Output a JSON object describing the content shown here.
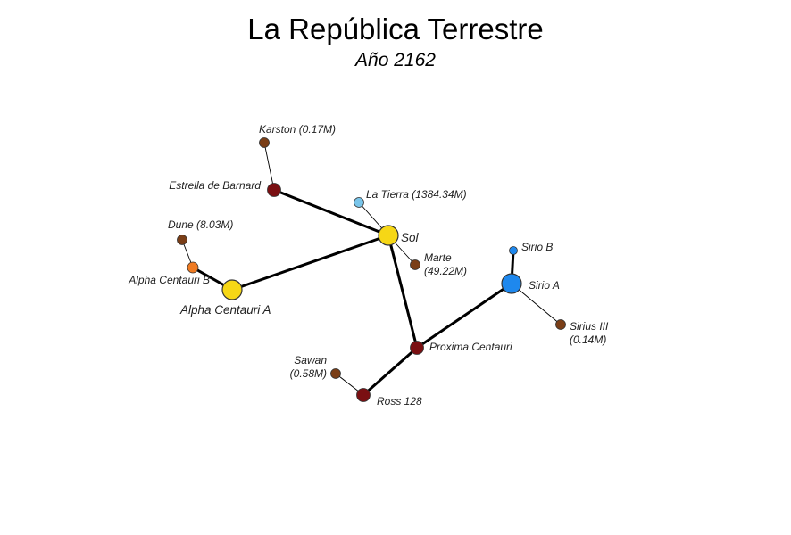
{
  "title": "La República Terrestre",
  "subtitle": "Año 2162",
  "colors": {
    "star_yellow": "#f6d716",
    "star_red_dwarf": "#7a0f12",
    "star_orange": "#f07b22",
    "star_blue": "#1e88ee",
    "planet_brown": "#7a3e17",
    "planet_light_blue": "#79c5ea",
    "edge": "#000000"
  },
  "nodes": [
    {
      "id": "sol",
      "label": "Sol",
      "kind": "star",
      "color": "#f6d716"
    },
    {
      "id": "tierra",
      "label": "La Tierra (1384.34M)",
      "kind": "planet",
      "color": "#79c5ea"
    },
    {
      "id": "marte",
      "label": "Marte|(49.22M)",
      "kind": "planet",
      "color": "#7a3e17"
    },
    {
      "id": "barnard",
      "label": "Estrella de Barnard",
      "kind": "star",
      "color": "#7a0f12"
    },
    {
      "id": "karston",
      "label": "Karston (0.17M)",
      "kind": "planet",
      "color": "#7a3e17"
    },
    {
      "id": "alphaA",
      "label": "Alpha Centauri A",
      "kind": "star",
      "color": "#f6d716"
    },
    {
      "id": "alphaB",
      "label": "Alpha Centauri B",
      "kind": "star",
      "color": "#f07b22"
    },
    {
      "id": "dune",
      "label": "Dune (8.03M)",
      "kind": "planet",
      "color": "#7a3e17"
    },
    {
      "id": "proxima",
      "label": "Proxima Centauri",
      "kind": "star",
      "color": "#7a0f12"
    },
    {
      "id": "ross",
      "label": "Ross 128",
      "kind": "star",
      "color": "#7a0f12"
    },
    {
      "id": "sawan",
      "label": "Sawan|(0.58M)",
      "kind": "planet",
      "color": "#7a3e17"
    },
    {
      "id": "sirioA",
      "label": "Sirio A",
      "kind": "star",
      "color": "#1e88ee"
    },
    {
      "id": "sirioB",
      "label": "Sirio B",
      "kind": "star",
      "color": "#1e88ee"
    },
    {
      "id": "sirius3",
      "label": "Sirius III|(0.14M)",
      "kind": "planet",
      "color": "#7a3e17"
    }
  ],
  "edges": [
    {
      "from": "sol",
      "to": "barnard",
      "type": "route"
    },
    {
      "from": "sol",
      "to": "alphaA",
      "type": "route"
    },
    {
      "from": "sol",
      "to": "proxima",
      "type": "route"
    },
    {
      "from": "proxima",
      "to": "ross",
      "type": "route"
    },
    {
      "from": "proxima",
      "to": "sirioA",
      "type": "route"
    },
    {
      "from": "alphaA",
      "to": "alphaB",
      "type": "route"
    },
    {
      "from": "sirioA",
      "to": "sirioB",
      "type": "route"
    },
    {
      "from": "sol",
      "to": "tierra",
      "type": "orbit"
    },
    {
      "from": "sol",
      "to": "marte",
      "type": "orbit"
    },
    {
      "from": "barnard",
      "to": "karston",
      "type": "orbit"
    },
    {
      "from": "alphaB",
      "to": "dune",
      "type": "orbit"
    },
    {
      "from": "ross",
      "to": "sawan",
      "type": "orbit"
    },
    {
      "from": "sirioA",
      "to": "sirius3",
      "type": "orbit"
    }
  ]
}
